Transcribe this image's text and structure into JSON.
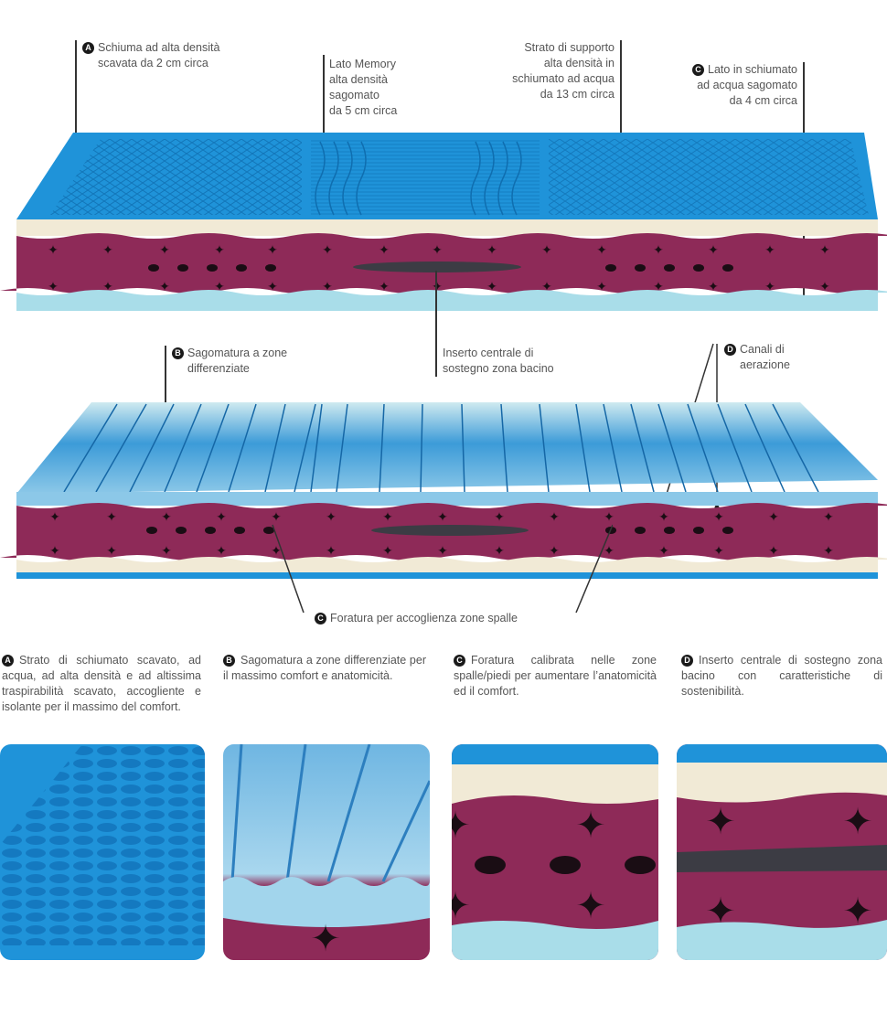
{
  "colors": {
    "top_blue": "#1c8fd6",
    "top_blue_dark": "#1479c0",
    "cream": "#f1ead6",
    "core_maroon": "#8e2a58",
    "core_maroon_dark": "#7a2049",
    "light_blue": "#a9dde9",
    "insert_gray": "#3c3c44",
    "hole_black": "#1a0d14",
    "badge_black": "#1a1a1a"
  },
  "top_diagram": {
    "callouts": [
      {
        "badge": "A",
        "text_lines": [
          "Schiuma ad alta densità",
          "scavata da 2 cm circa"
        ]
      },
      {
        "badge": "",
        "text_lines": [
          "Lato Memory",
          "alta densità",
          "sagomato",
          "da 5 cm circa"
        ]
      },
      {
        "badge": "",
        "text_lines": [
          "Strato di supporto",
          "alta densità in",
          "schiumato ad acqua",
          "da 13 cm circa"
        ]
      },
      {
        "badge": "C",
        "text_lines": [
          "Lato in schiumato",
          "ad acqua sagomato",
          "da 4 cm circa"
        ]
      }
    ]
  },
  "bottom_diagram": {
    "callouts": [
      {
        "badge": "B",
        "text_lines": [
          "Sagomatura a zone",
          "differenziate"
        ]
      },
      {
        "badge": "",
        "text_lines": [
          "Inserto centrale di",
          "sostegno zona bacino"
        ]
      },
      {
        "badge": "D",
        "text_lines": [
          "Canali di",
          "aerazione"
        ]
      },
      {
        "badge": "C",
        "text_lines": [
          "Foratura per accoglienza zone spalle"
        ]
      }
    ]
  },
  "descriptions": [
    {
      "badge": "A",
      "text": "Strato di schiumato scavato, ad acqua, ad alta densità e ad altissima traspirabilità scavato, accogliente e isolante per il massimo del comfort."
    },
    {
      "badge": "B",
      "text": "Sagomatura a zone differenziate per il massimo comfort e anatomicità."
    },
    {
      "badge": "C",
      "text": "Foratura calibrata nelle zone spalle/piedi per aumentare l’anatomicità ed il comfort."
    },
    {
      "badge": "D",
      "text": "Inserto centrale di sostegno zona bacino con caratteristiche di sostenibilità."
    }
  ],
  "thumbnails": [
    {
      "name": "eggcrate-foam-closeup"
    },
    {
      "name": "zoned-profile-closeup"
    },
    {
      "name": "shoulder-holes-closeup"
    },
    {
      "name": "pelvic-insert-closeup"
    }
  ]
}
